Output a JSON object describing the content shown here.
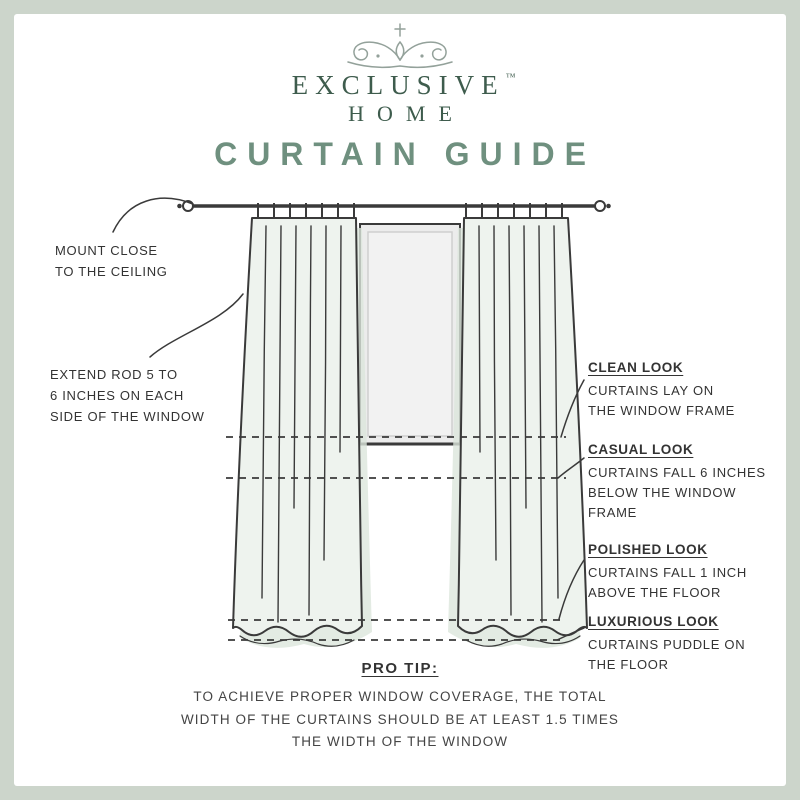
{
  "page": {
    "background_color": "#ccd5cb",
    "card_color": "#ffffff"
  },
  "brand": {
    "name_line1": "EXCLUSIVE",
    "trademark": "™",
    "name_line2": "HOME",
    "text_color": "#3e5c4d",
    "flourish_icon": "ornamental-flourish-with-cross"
  },
  "title": {
    "text": "CURTAIN GUIDE",
    "color": "#6f907f"
  },
  "diagram": {
    "name": "curtain-window-illustration",
    "curtain_fill": "#eef3ee",
    "line_color": "#3a3a3a"
  },
  "annotations": {
    "left": [
      {
        "lines": [
          "MOUNT CLOSE",
          "TO THE CEILING"
        ]
      },
      {
        "lines": [
          "EXTEND ROD 5 TO",
          "6 INCHES ON EACH",
          "SIDE OF THE WINDOW"
        ]
      }
    ],
    "right": [
      {
        "heading": "CLEAN LOOK",
        "lines": [
          "CURTAINS LAY ON",
          "THE WINDOW FRAME"
        ]
      },
      {
        "heading": "CASUAL LOOK",
        "lines": [
          "CURTAINS FALL 6 INCHES",
          "BELOW THE WINDOW FRAME"
        ]
      },
      {
        "heading": "POLISHED LOOK",
        "lines": [
          "CURTAINS FALL 1 INCH",
          "ABOVE THE FLOOR"
        ]
      },
      {
        "heading": "LUXURIOUS LOOK",
        "lines": [
          "CURTAINS PUDDLE ON",
          "THE FLOOR"
        ]
      }
    ]
  },
  "pro_tip": {
    "heading": "PRO TIP:",
    "lines": [
      "TO ACHIEVE PROPER WINDOW COVERAGE, THE TOTAL",
      "WIDTH OF THE CURTAINS SHOULD BE AT LEAST 1.5 TIMES",
      "THE WIDTH OF THE WINDOW"
    ]
  }
}
